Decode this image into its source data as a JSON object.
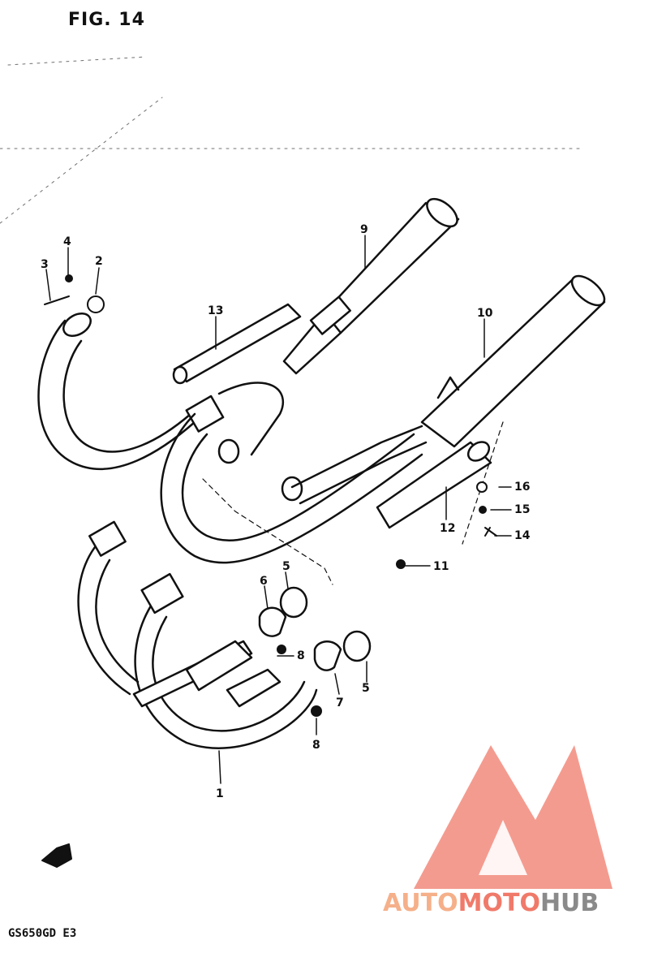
{
  "figure": {
    "title": "FIG. 14",
    "model_code": "GS650GD E3"
  },
  "callouts": [
    {
      "id": "1",
      "label": "1"
    },
    {
      "id": "2",
      "label": "2"
    },
    {
      "id": "3",
      "label": "3"
    },
    {
      "id": "4",
      "label": "4"
    },
    {
      "id": "5a",
      "label": "5"
    },
    {
      "id": "5b",
      "label": "5"
    },
    {
      "id": "6",
      "label": "6"
    },
    {
      "id": "7",
      "label": "7"
    },
    {
      "id": "8a",
      "label": "8"
    },
    {
      "id": "8b",
      "label": "8"
    },
    {
      "id": "9",
      "label": "9"
    },
    {
      "id": "10",
      "label": "10"
    },
    {
      "id": "11",
      "label": "11"
    },
    {
      "id": "12",
      "label": "12"
    },
    {
      "id": "13",
      "label": "13"
    },
    {
      "id": "14",
      "label": "14"
    },
    {
      "id": "15",
      "label": "15"
    },
    {
      "id": "16",
      "label": "16"
    }
  ],
  "watermark": {
    "text_part1": "AUTO",
    "text_part2": "MOTO",
    "text_part3": "HUB",
    "color_primary": "#f07a6a",
    "color_secondary": "#f5b08a",
    "color_hub": "#8a8a8a"
  },
  "line_color": "#111111"
}
